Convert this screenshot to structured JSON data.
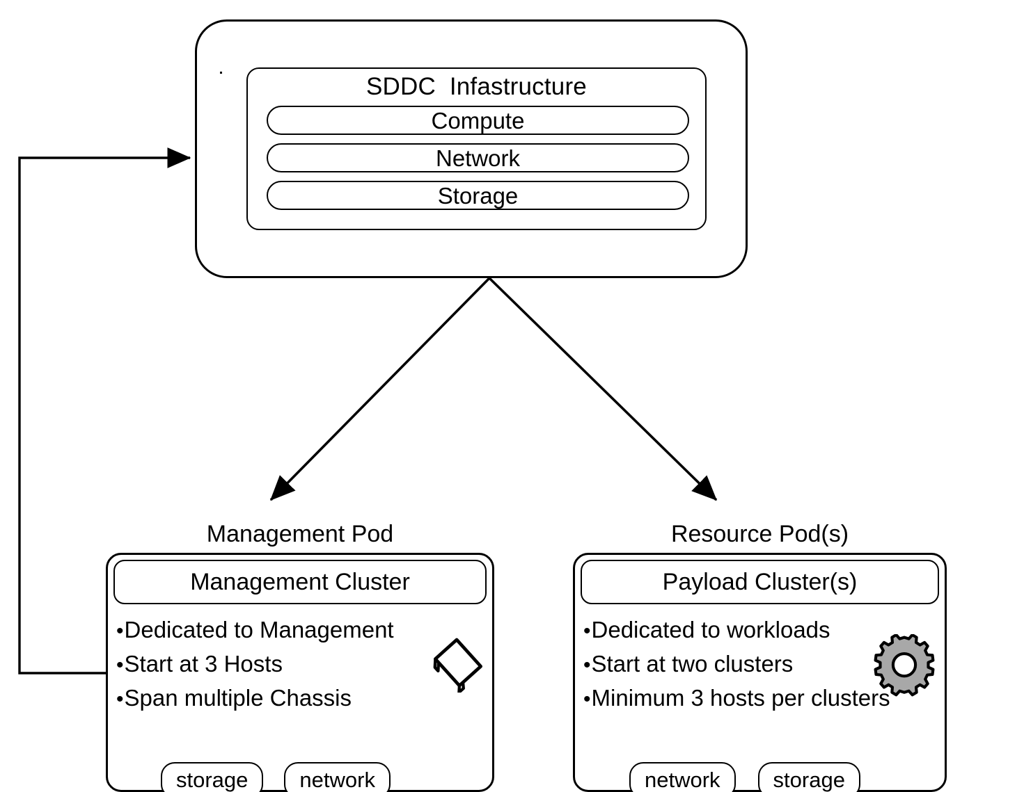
{
  "diagram": {
    "title_text": "SDDC Infastructure",
    "colors": {
      "stroke": "#000000",
      "background": "#ffffff",
      "gear_fill": "#a8a8a8"
    }
  },
  "sddc": {
    "title": "SDDC  Infastructure",
    "layers": [
      {
        "label": "Compute",
        "name": "compute"
      },
      {
        "label": "Network",
        "name": "network"
      },
      {
        "label": "Storage",
        "name": "storage"
      }
    ]
  },
  "pods": [
    {
      "id": "management",
      "caption": "Management Pod",
      "header": "Management Cluster",
      "bullets": [
        "Dedicated to Management",
        "Start at 3 Hosts",
        "Span multiple Chassis"
      ],
      "tags": [
        "storage",
        "network"
      ],
      "icon": "scroll-icon"
    },
    {
      "id": "resource",
      "caption": "Resource Pod(s)",
      "header": "Payload Cluster(s)",
      "bullets": [
        "Dedicated to workloads",
        "Start at two clusters",
        "Minimum 3 hosts per clusters"
      ],
      "tags": [
        "network",
        "storage"
      ],
      "icon": "gear-icon"
    }
  ],
  "connectors": [
    {
      "name": "sddc-to-management-pod",
      "kind": "arrow",
      "from": "sddc-bottom",
      "to": "management-pod"
    },
    {
      "name": "sddc-to-resource-pod",
      "kind": "arrow",
      "from": "sddc-bottom",
      "to": "resource-pod"
    },
    {
      "name": "management-pod-feedback-to-sddc",
      "kind": "arrow",
      "from": "management-pod-left",
      "to": "sddc-left"
    }
  ],
  "bullet_marker": "•"
}
